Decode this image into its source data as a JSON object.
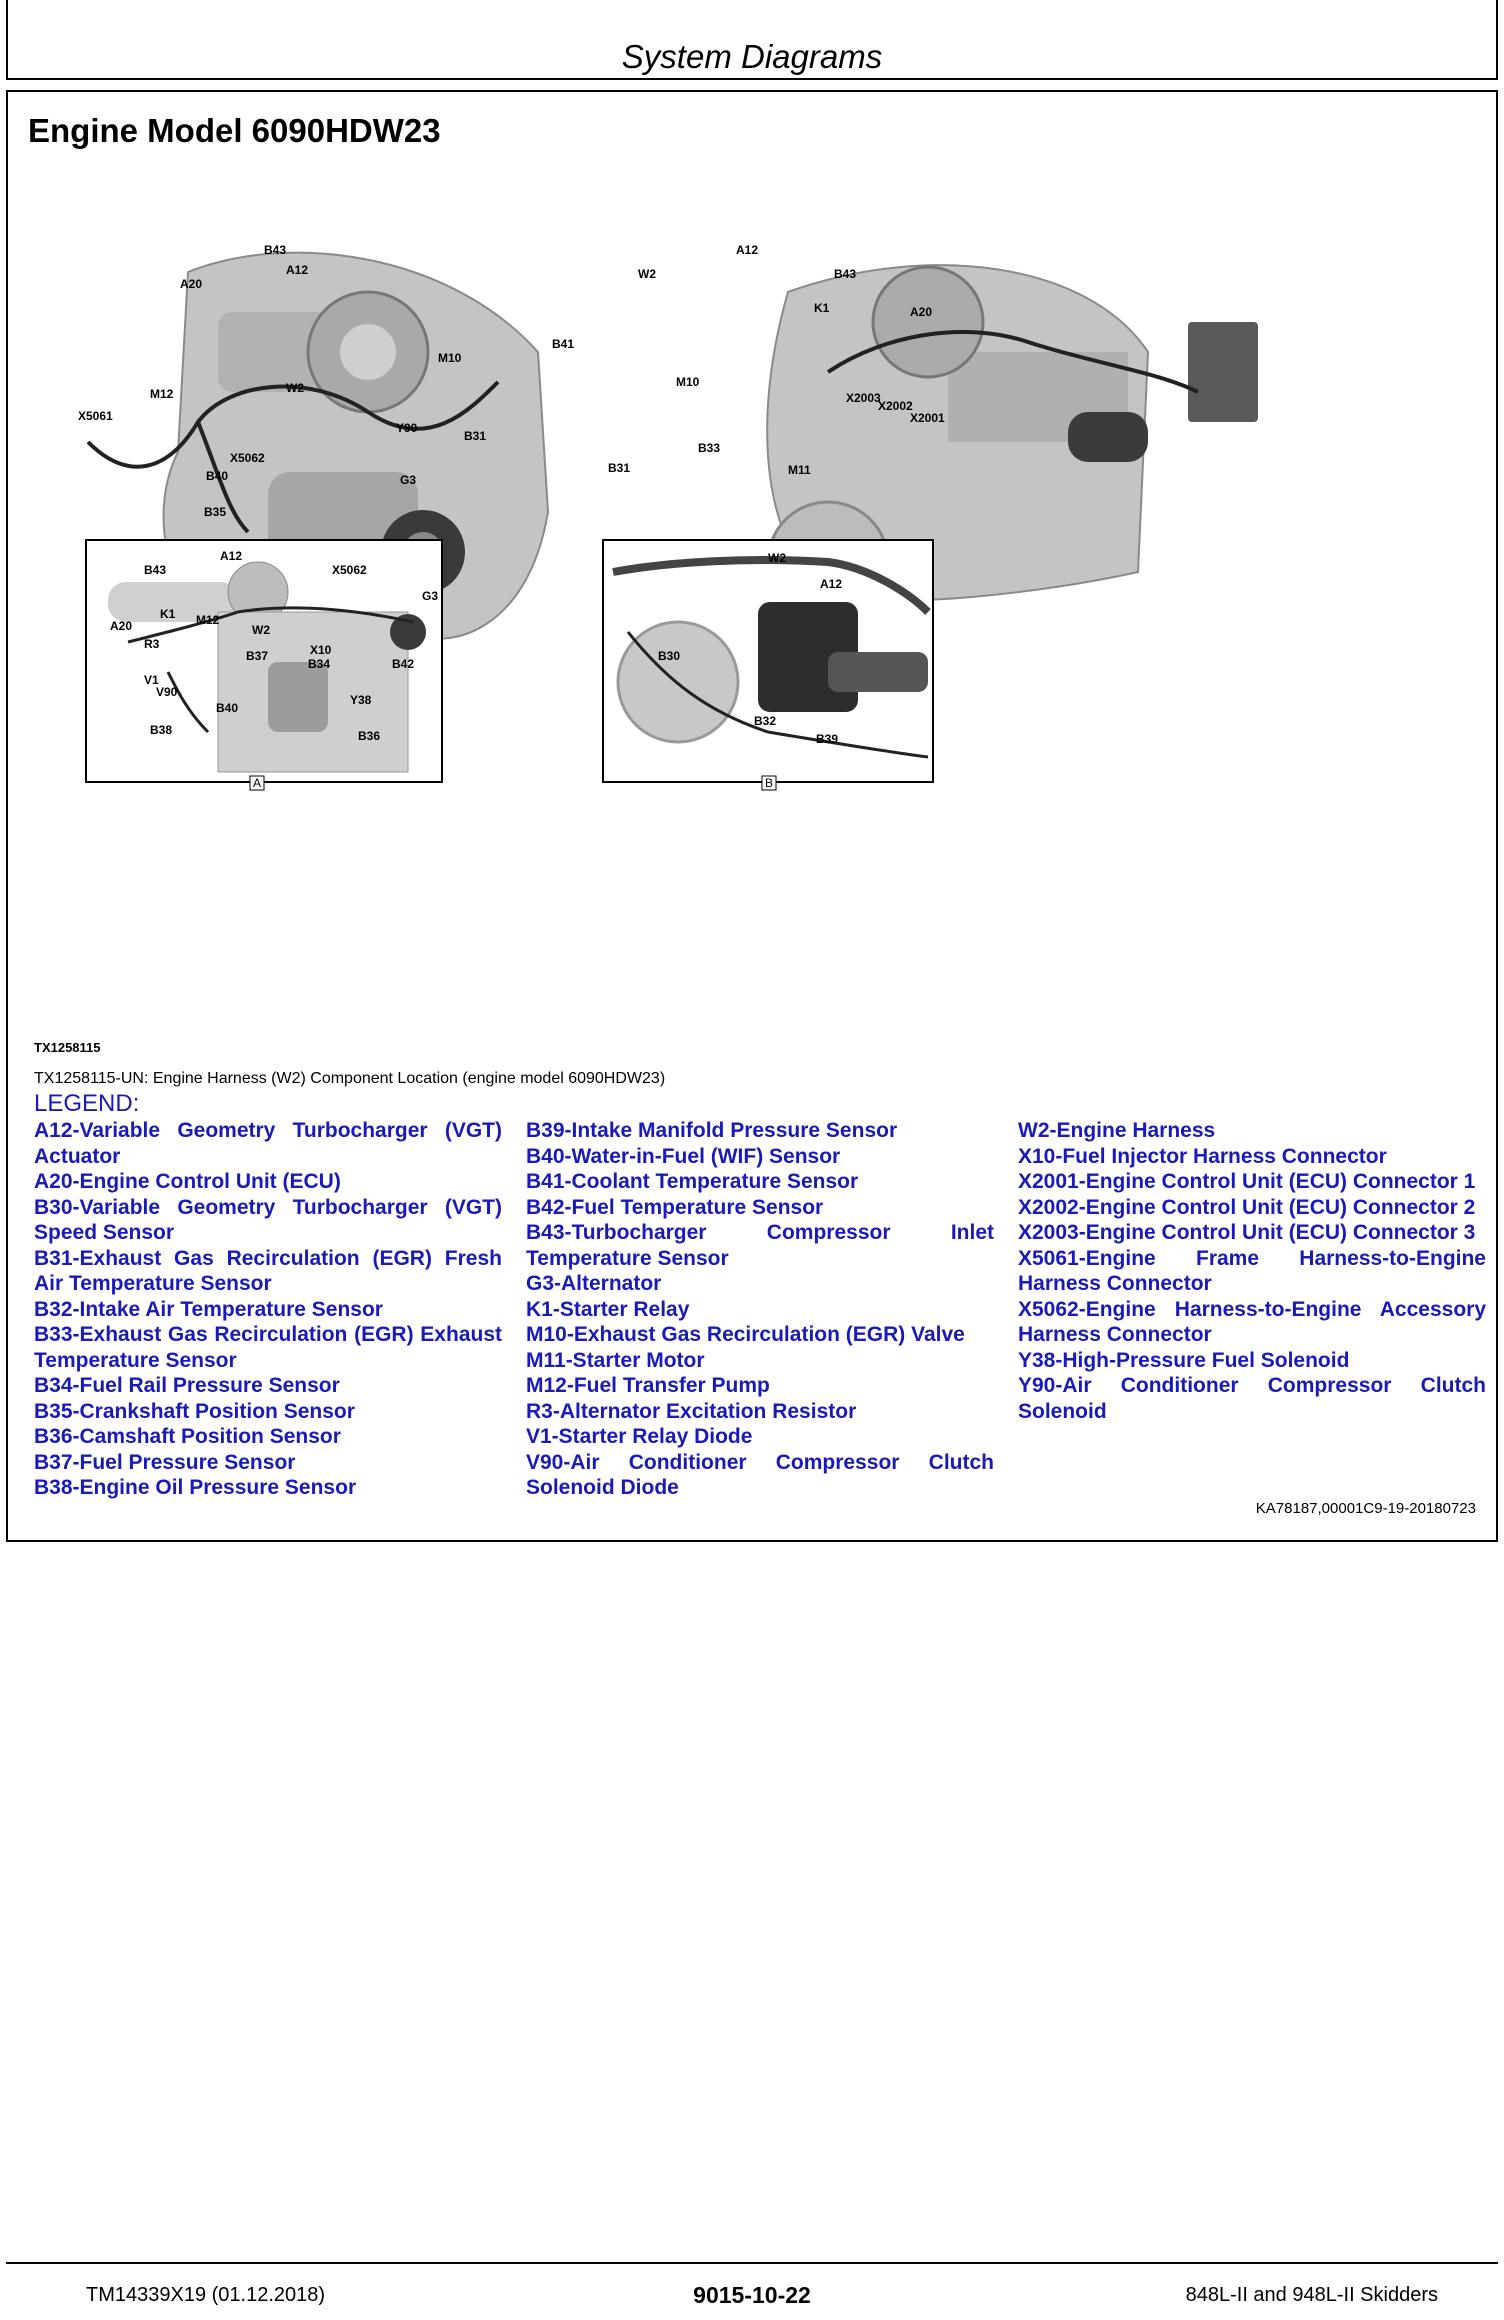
{
  "header": {
    "title": "System Diagrams"
  },
  "content": {
    "engine_title": "Engine Model 6090HDW23",
    "figure": {
      "id": "TX1258115",
      "caption": "TX1258115-UN: Engine Harness (W2) Component Location (engine model 6090HDW23)",
      "main_left_labels": [
        "B43",
        "A12",
        "A20",
        "M10",
        "W2",
        "M12",
        "X5061",
        "Y90",
        "B31",
        "X5062",
        "G3",
        "B40",
        "B35"
      ],
      "main_right_labels": [
        "A12",
        "W2",
        "B43",
        "K1",
        "A20",
        "B41",
        "M10",
        "X2003",
        "X2002",
        "X2001",
        "B33",
        "B31",
        "M11"
      ],
      "inset_a_labels": [
        "B43",
        "A12",
        "X5062",
        "G3",
        "K1",
        "A20",
        "M12",
        "W2",
        "X10",
        "R3",
        "B37",
        "B34",
        "B42",
        "V1",
        "V90",
        "B40",
        "Y38",
        "B38",
        "B36"
      ],
      "inset_b_labels": [
        "W2",
        "A12",
        "B30",
        "B32",
        "B39"
      ],
      "view_a": "A",
      "view_b": "B"
    },
    "legend_title": "LEGEND:",
    "legend_columns": [
      [
        "A12-Variable Geometry Turbocharger (VGT) Actuator",
        "A20-Engine Control Unit (ECU)",
        "B30-Variable Geometry Turbocharger (VGT) Speed Sensor",
        "B31-Exhaust Gas Recirculation (EGR) Fresh Air Temperature Sensor",
        "B32-Intake Air Temperature Sensor",
        "B33-Exhaust Gas Recirculation (EGR) Exhaust Temperature Sensor",
        "B34-Fuel Rail Pressure Sensor",
        "B35-Crankshaft Position Sensor",
        "B36-Camshaft Position Sensor",
        "B37-Fuel Pressure Sensor",
        "B38-Engine Oil Pressure Sensor"
      ],
      [
        "B39-Intake Manifold Pressure Sensor",
        "B40-Water-in-Fuel (WIF) Sensor",
        "B41-Coolant Temperature Sensor",
        "B42-Fuel Temperature Sensor",
        "B43-Turbocharger Compressor Inlet Temperature Sensor",
        "G3-Alternator",
        "K1-Starter Relay",
        "M10-Exhaust Gas Recirculation (EGR) Valve",
        "M11-Starter Motor",
        "M12-Fuel Transfer Pump",
        "R3-Alternator Excitation Resistor",
        "V1-Starter Relay Diode",
        "V90-Air Conditioner Compressor Clutch Solenoid Diode"
      ],
      [
        "W2-Engine Harness",
        "X10-Fuel Injector Harness Connector",
        "X2001-Engine Control Unit (ECU) Connector 1",
        "X2002-Engine Control Unit (ECU) Connector 2",
        "X2003-Engine Control Unit (ECU) Connector 3",
        "X5061-Engine Frame Harness-to-Engine Harness Connector",
        "X5062-Engine Harness-to-Engine Accessory Harness Connector",
        "Y38-High-Pressure Fuel Solenoid",
        "Y90-Air Conditioner Compressor Clutch Solenoid"
      ]
    ],
    "doc_ref": "KA78187,00001C9-19-20180723"
  },
  "footer": {
    "left": "TM14339X19 (01.12.2018)",
    "center": "9015-10-22",
    "right": "848L-II and 948L-II Skidders"
  },
  "colors": {
    "legend_text": "#1a1ab8",
    "engine_gray": "#bdbdbd",
    "dark_part": "#2a2a2a"
  }
}
